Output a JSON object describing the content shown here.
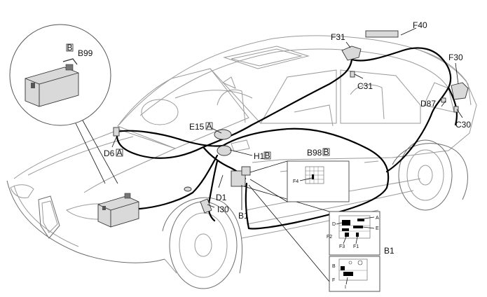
{
  "labels": {
    "B99": "B99",
    "B99_tag": "B",
    "E15": "E15",
    "E15_tag": "A",
    "D6": "D6",
    "D6_tag": "A",
    "H1": "H1",
    "H1_tag": "B",
    "B98": "B98",
    "B98_tag": "B",
    "D1": "D1",
    "I30": "I30",
    "B1_car": "B1",
    "F31": "F31",
    "F40": "F40",
    "F30": "F30",
    "C31": "C31",
    "D87": "D87",
    "C30": "C30",
    "F4": "F4"
  },
  "detail": {
    "title": "B1",
    "top_labels": [
      "A",
      "D",
      "E",
      "F2",
      "F3",
      "F1"
    ],
    "bottom_labels": [
      "B",
      "F",
      "I"
    ]
  }
}
